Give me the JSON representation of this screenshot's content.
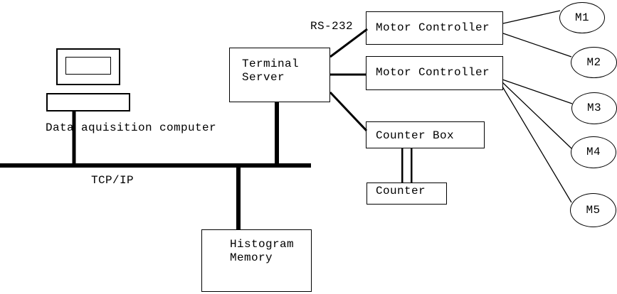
{
  "colors": {
    "line": "#000000",
    "background": "#ffffff",
    "text": "#000000"
  },
  "bus": {
    "label": "TCP/IP"
  },
  "serial": {
    "label": "RS-232"
  },
  "nodes": {
    "data_acquisition": {
      "caption": "Data aquisition computer"
    },
    "terminal_server": {
      "line1": "Terminal",
      "line2": "Server"
    },
    "motor_controller_top": {
      "label": "Motor Controller"
    },
    "motor_controller_bottom": {
      "label": "Motor Controller"
    },
    "counter_box": {
      "label": "Counter Box"
    },
    "counter": {
      "label": "Counter"
    },
    "histogram_memory": {
      "line1": "Histogram",
      "line2": "Memory"
    },
    "motors": [
      {
        "label": "M1"
      },
      {
        "label": "M2"
      },
      {
        "label": "M3"
      },
      {
        "label": "M4"
      },
      {
        "label": "M5"
      }
    ]
  }
}
